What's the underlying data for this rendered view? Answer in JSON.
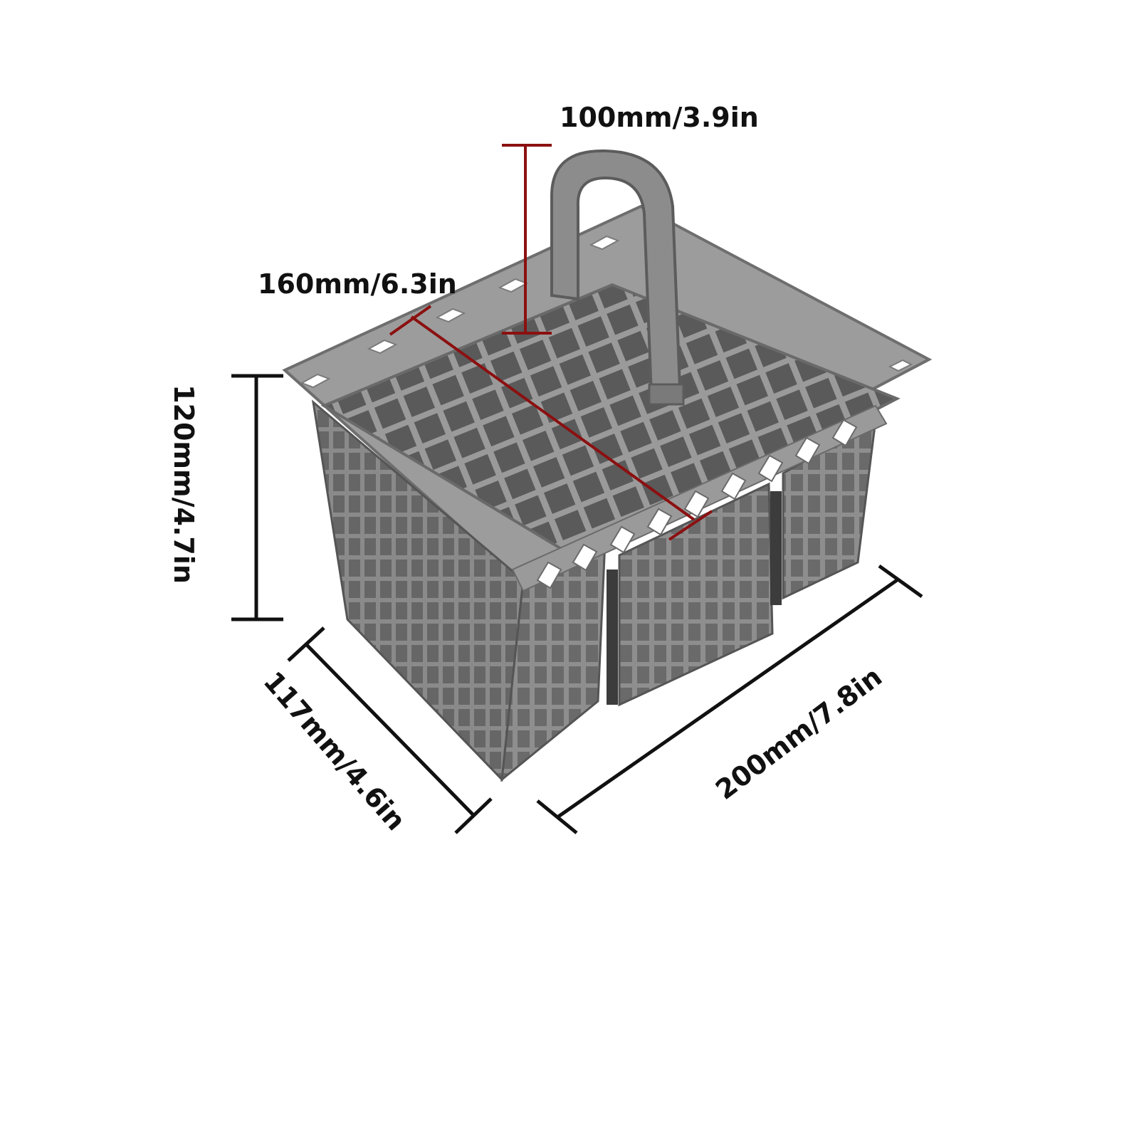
{
  "dimensions": {
    "handle_height": "100mm/3.9in",
    "top_depth": "160mm/6.3in",
    "basket_height": "120mm/4.7in",
    "depth": "117mm/4.6in",
    "width": "200mm/7.8in"
  },
  "colors": {
    "background": "#ffffff",
    "basket_gray": "#8a8a8a",
    "basket_dark": "#5f5f5f",
    "basket_light": "#a7a7a7",
    "dimension_line_black": "#111111",
    "dimension_line_red": "#8b1010"
  }
}
